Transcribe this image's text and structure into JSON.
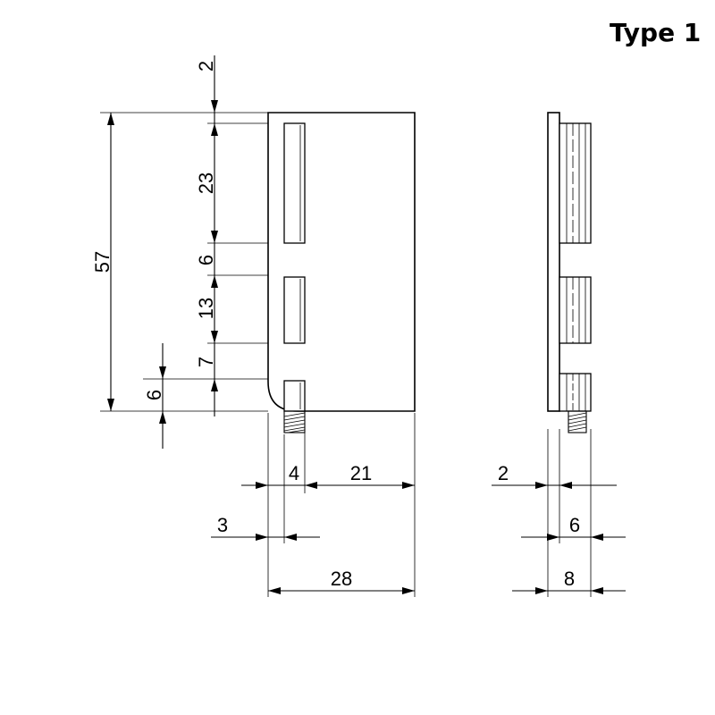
{
  "title": "Type 1",
  "dimensions": {
    "top_gap": "2",
    "slot1_height": "23",
    "gap1": "6",
    "slot2_height": "13",
    "gap2": "7",
    "overall_height": "57",
    "bottom_offset": "6",
    "slot_offset": "4",
    "slot_to_edge": "21",
    "slot_width": "3",
    "overall_width": "28",
    "plate_thickness": "2",
    "pin_depth": "6",
    "total_depth": "8"
  },
  "colors": {
    "line": "#000000",
    "background": "#ffffff"
  }
}
